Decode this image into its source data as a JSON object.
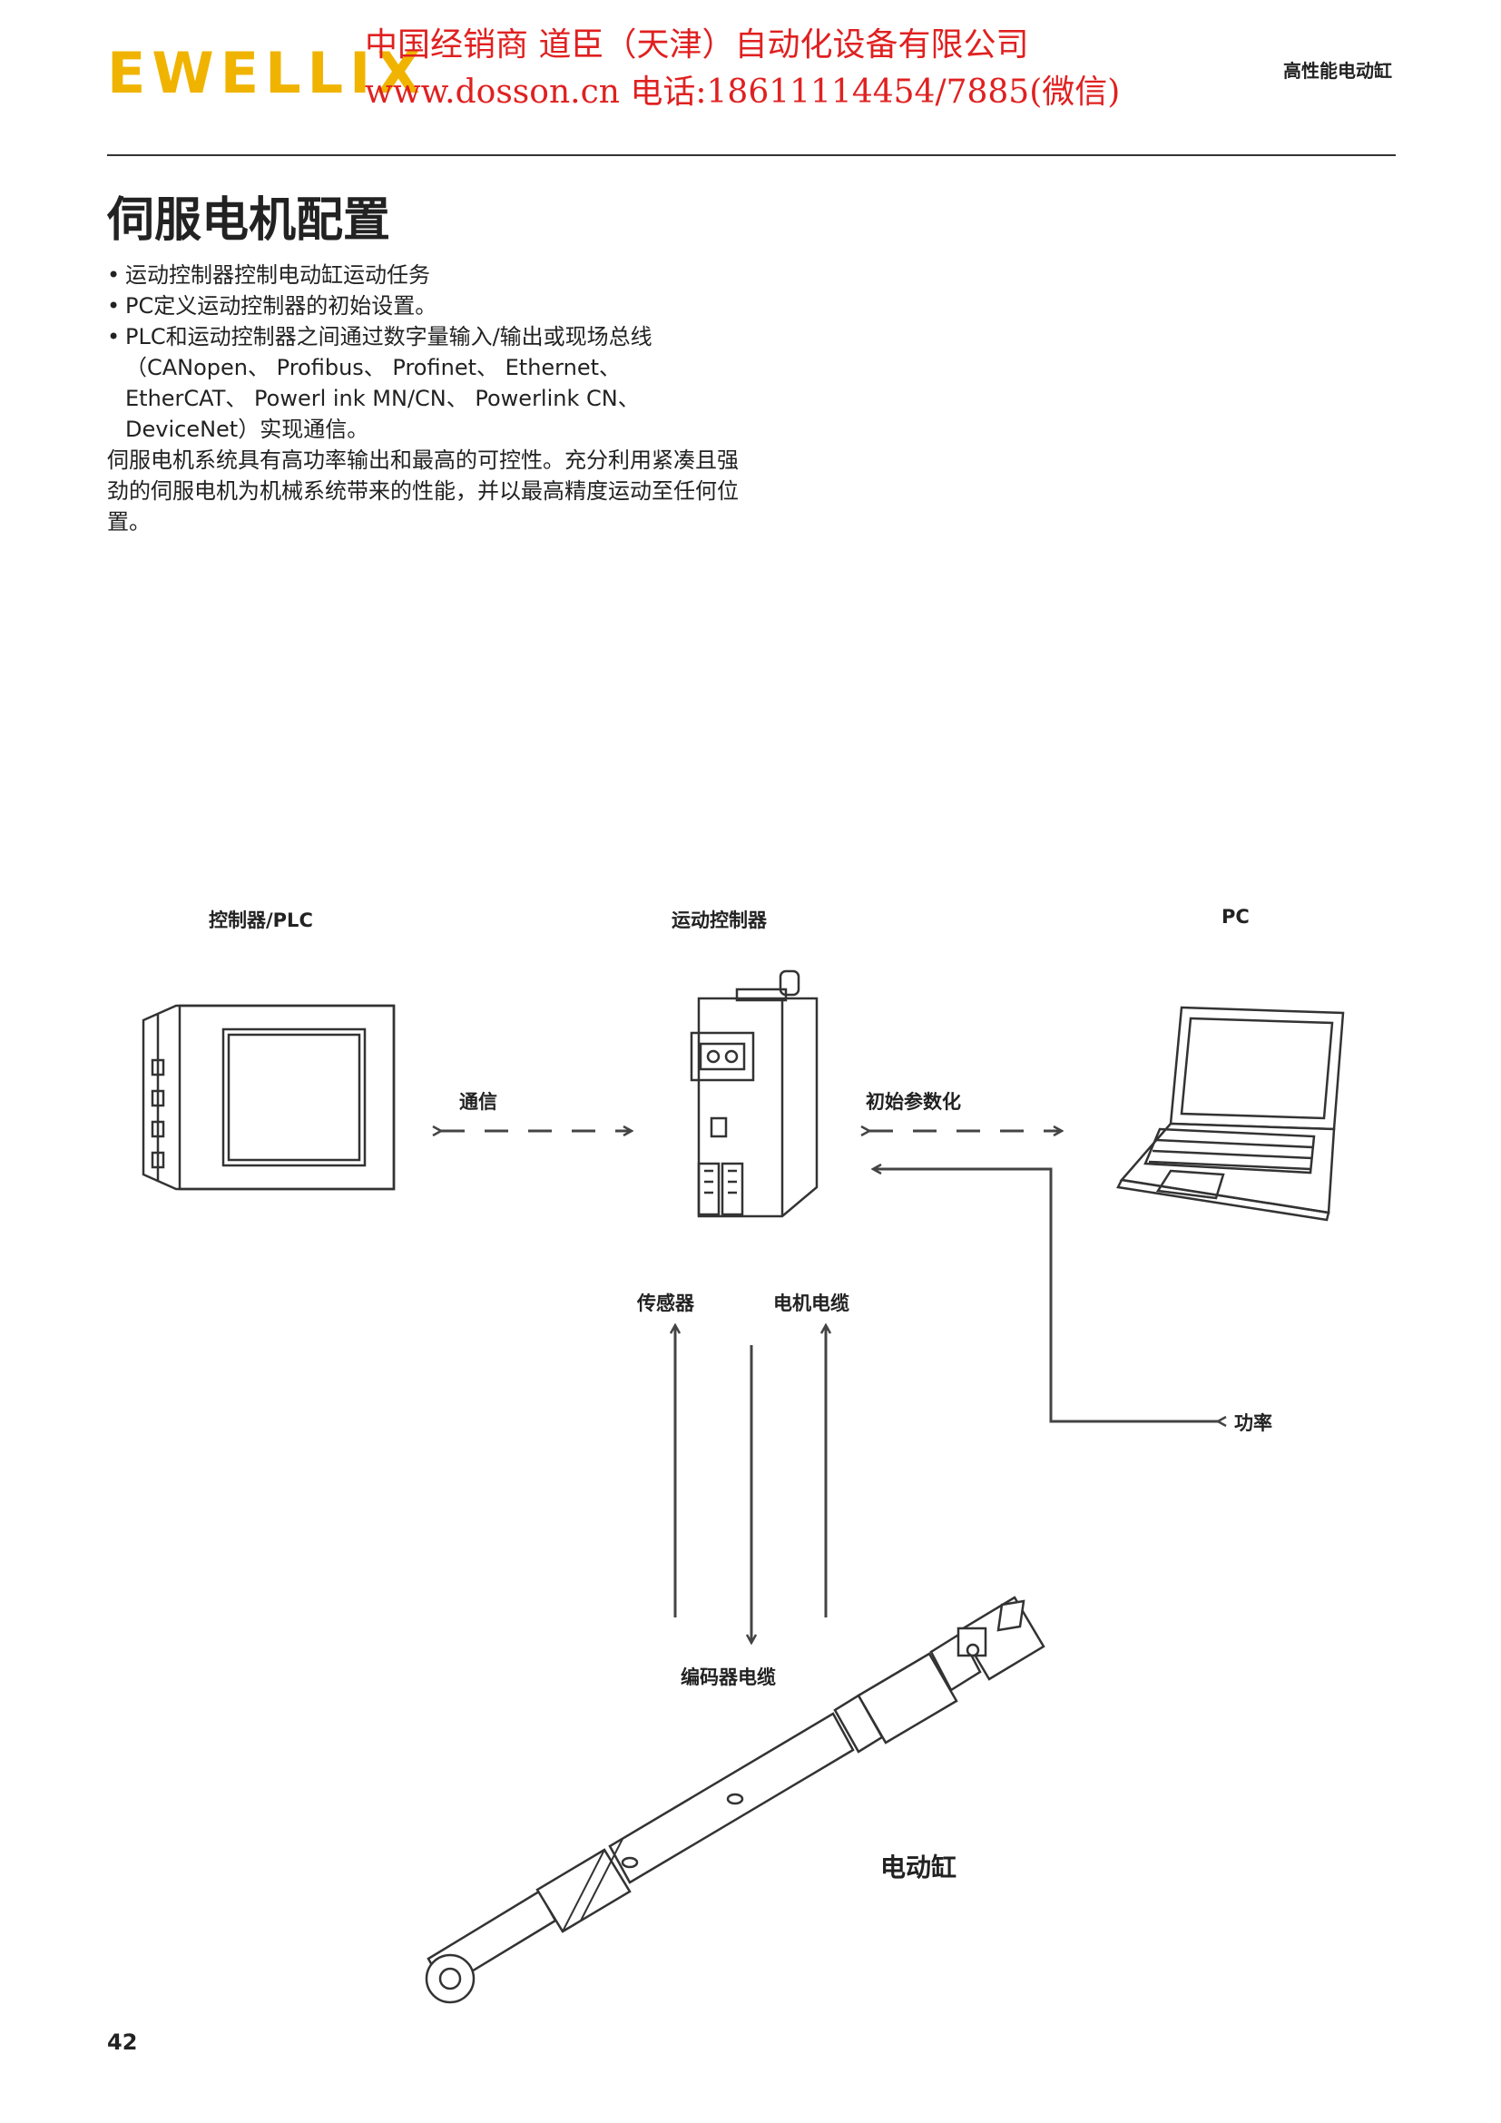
{
  "header": {
    "brand": "EWELLIX",
    "dealer_line1": "中国经销商 道臣（天津）自动化设备有限公司",
    "dealer_line2": "www.dosson.cn 电话:18611114454/7885(微信)",
    "section_tag": "高性能电动缸"
  },
  "page": {
    "title": "伺服电机配置",
    "bullets": [
      "运动控制器控制电动缸运动任务",
      "PC定义运动控制器的初始设置。",
      "PLC和运动控制器之间通过数字量输入/输出或现场总线（CANopen、 Profibus、 Profinet、 Ethernet、EtherCAT、 Powerl ink MN/CN、 Powerlink CN、DeviceNet）实现通信。"
    ],
    "paragraph": "伺服电机系统具有高功率输出和最高的可控性。充分利用紧凑且强劲的伺服电机为机械系统带来的性能，并以最高精度运动至任何位置。",
    "page_number": "42"
  },
  "diagram": {
    "label_plc": "控制器/PLC",
    "label_motion_controller": "运动控制器",
    "label_pc": "PC",
    "label_communication": "通信",
    "label_init_params": "初始参数化",
    "label_sensor": "传感器",
    "label_motor_cable": "电机电缆",
    "label_power": "功率",
    "label_encoder_cable": "编码器电缆",
    "label_actuator": "电动缸"
  },
  "colors": {
    "brand": "#f0b400",
    "dealer": "#e02020",
    "line": "#444444"
  }
}
